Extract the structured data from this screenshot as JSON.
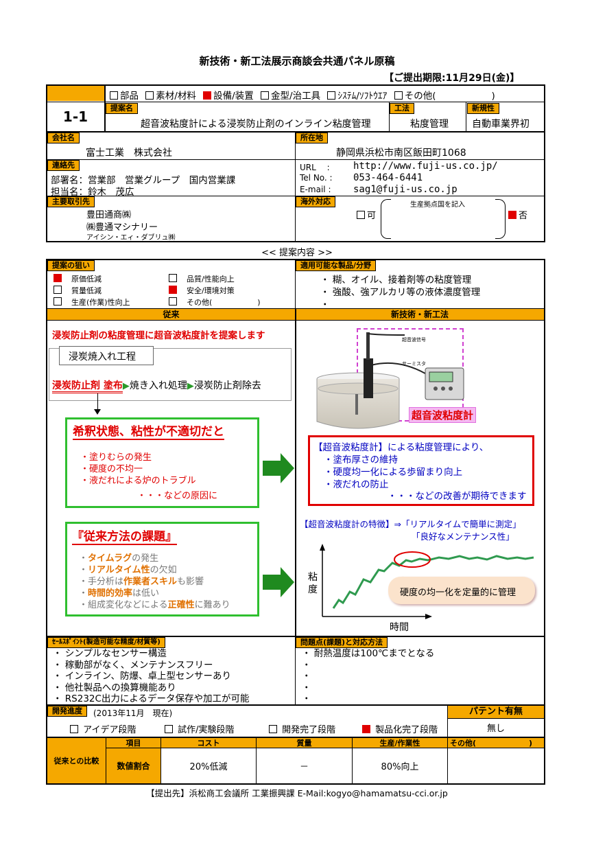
{
  "doc": {
    "title": "新技術・新工法展示商談会共通パネル原稿",
    "deadline": "【ご提出期限:11月29日(金)】",
    "panel_no": "1-1",
    "categories": [
      {
        "label": "部品",
        "checked": false
      },
      {
        "label": "素材/材料",
        "checked": false
      },
      {
        "label": "設備/装置",
        "checked": true
      },
      {
        "label": "金型/治工具",
        "checked": false
      },
      {
        "label": "ｼｽﾃﾑ/ｿﾌﾄｳｴｱ",
        "checked": false
      },
      {
        "label": "その他(　　　　　　)",
        "checked": false
      }
    ],
    "proposal_label": "提案名",
    "proposal_name": "超音波粘度計による浸炭防止剤のインライン粘度管理",
    "method_label": "工法",
    "method_value": "粘度管理",
    "novelty_label": "新規性",
    "novelty_value": "自動車業界初",
    "company_label": "会社名",
    "company_name": "富士工業　株式会社",
    "address_label": "所在地",
    "address": "静岡県浜松市南区飯田町1068",
    "contact_label": "連絡先",
    "department": "部署名：営業部　営業グループ　国内営業課",
    "person": "担当名：鈴木　茂広",
    "url_label": "URL　 :",
    "url": "http://www.fuji-us.co.jp/",
    "tel_label": "Tel No. :",
    "tel": "053-464-6441",
    "email_label": "E-mail :",
    "email": "sag1@fuji-us.co.jp",
    "clients_label": "主要取引先",
    "clients": [
      "豊田通商㈱",
      "㈱豊通マシナリー",
      "アイシン・エィ・ダブリュ㈱"
    ],
    "overseas_label": "海外対応",
    "overseas_yes": "可",
    "overseas_note": "生産拠点国を記入",
    "overseas_no": "否",
    "proposal_content": "<< 提案内容 >>",
    "aim_label": "提案の狙い",
    "aims": [
      {
        "label": "原価低減",
        "checked": true
      },
      {
        "label": "品質/性能向上",
        "checked": false
      },
      {
        "label": "質量低減",
        "checked": false
      },
      {
        "label": "安全/環境対策",
        "checked": true
      },
      {
        "label": "生産(作業)性向上",
        "checked": false
      },
      {
        "label": "その他(　　　　　　)",
        "checked": false
      }
    ],
    "applicable_label": "適用可能な製品/分野",
    "applicable": [
      "・ 糊、オイル、接着剤等の粘度管理",
      "・ 強酸、強アルカリ等の液体濃度管理",
      "・"
    ],
    "conventional_label": "従来",
    "new_label": "新技術・新工法",
    "conv_headline": "浸炭防止剤の粘度管理に超音波粘度計を提案します",
    "process_title": "浸炭焼入れ工程",
    "process_step1": "浸炭防止剤 塗布",
    "process_step2": "焼き入れ処理",
    "process_step3": "浸炭防止剤除去",
    "problem_title": "希釈状態、粘性が不適切だと",
    "problem_items": [
      "・塗りむらの発生",
      "・硬度の不均一",
      "・液だれによる炉のトラブル"
    ],
    "problem_tail": "・・・などの原因に",
    "issue_title": "『従来方法の課題』",
    "issues": [
      {
        "pre": "・",
        "hl": "タイムラグ",
        "post": "の発生"
      },
      {
        "pre": "・",
        "hl": "リアルタイム性",
        "post": "の欠如"
      },
      {
        "pre": "・手分析は",
        "hl": "作業者スキル",
        "post": "も影響"
      },
      {
        "pre": "・",
        "hl": "時間的効率",
        "post": "は低い"
      },
      {
        "pre": "・組成変化などによる",
        "hl": "正確性",
        "post": "に難あり"
      }
    ],
    "device_label1": "超音波信号",
    "device_label2": "サーミスタ",
    "device_name": "超音波粘度計",
    "benefit_title": "【超音波粘度計】による粘度管理により、",
    "benefits": [
      "・塗布厚さの維持",
      "・硬度均一化による歩留まり向上",
      "・液だれの防止"
    ],
    "benefit_tail": "・・・などの改善が期待できます",
    "feature_line1": "【超音波粘度計の特徴】⇒「リアルタイムで簡単に測定」",
    "feature_line2": "「良好なメンテナンス性」",
    "graph_ylabel": "粘\n度",
    "graph_xlabel": "時間",
    "graph_callout": "硬度の均一化を定量的に管理",
    "sales_label": "ｾｰﾙｽﾎﾟｲﾝﾄ(製造可能な精度/材質等)",
    "sales": [
      "・ シンプルなセンサー構造",
      "・ 稼動部がなく、メンテナンスフリー",
      "・ インライン、防爆、卓上型センサーあり",
      "・ 他社製品への換算機能あり",
      "・ RS232C出力によるデータ保存や加工が可能"
    ],
    "problems_label": "問題点(課題)と対応方法",
    "problems": [
      "・ 耐熱温度は100℃までとなる",
      "・",
      "・",
      "・",
      "・"
    ],
    "dev_label": "開発進度",
    "dev_date": "(2013年11月　現在)",
    "dev_stages": [
      {
        "label": "アイデア段階",
        "checked": false
      },
      {
        "label": "試作/実験段階",
        "checked": false
      },
      {
        "label": "開発完了段階",
        "checked": false
      },
      {
        "label": "製品化完了段階",
        "checked": true
      }
    ],
    "patent_label": "パテント有無",
    "patent_value": "無し",
    "compare_label": "従来との比較",
    "compare_headers": [
      "項目",
      "コスト",
      "質量",
      "生産/作業性",
      "その他(　　　　　　　)"
    ],
    "compare_row_label": "数値割合",
    "compare_values": [
      "20%低減",
      "－",
      "80%向上",
      ""
    ],
    "submit": "【提出先】浜松商工会議所 工業振興課 E-Mail:kogyo@hamamatsu-cci.or.jp"
  },
  "chart_data": {
    "type": "line",
    "xlabel": "時間",
    "ylabel": "粘度",
    "series": [
      {
        "values": []
      }
    ]
  },
  "colors": {
    "header": "#f5a800",
    "accent": "#e00000",
    "new_box": "#0000c0",
    "green": "#2fbf2f",
    "arrow": "#1f8a1f"
  }
}
